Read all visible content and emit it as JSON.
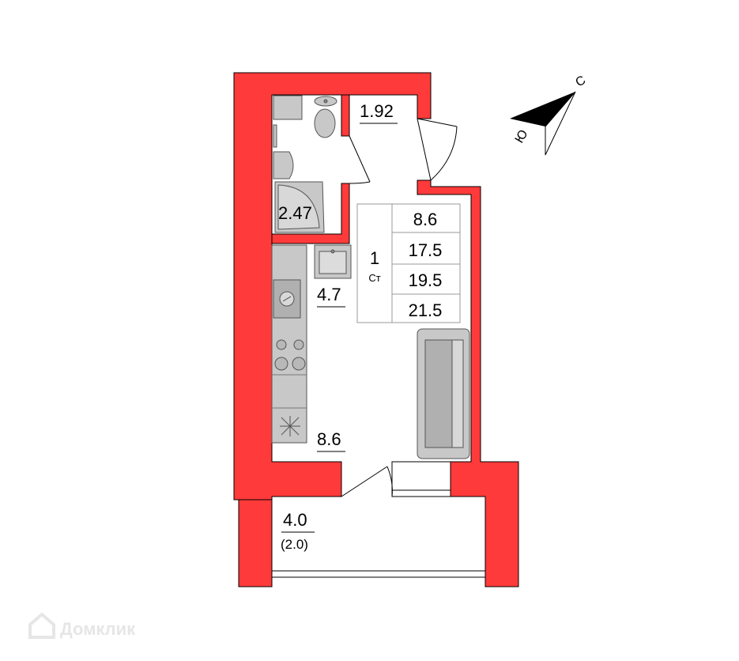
{
  "rooms": {
    "bathroom_area": "2.47",
    "hall_area": "1.92",
    "kitchen_area": "4.7",
    "living_area": "8.6",
    "balcony_area": "4.0",
    "balcony_reduced_area": "(2.0)"
  },
  "summary": {
    "rooms_count": "1",
    "type": "Ст",
    "values": [
      "8.6",
      "17.5",
      "19.5",
      "21.5"
    ]
  },
  "compass": {
    "north": "С",
    "south": "Ю"
  },
  "watermark": "Домклик",
  "colors": {
    "wall": "#ff3a3a",
    "fixture": "#c8c8c8",
    "line": "#000000"
  }
}
